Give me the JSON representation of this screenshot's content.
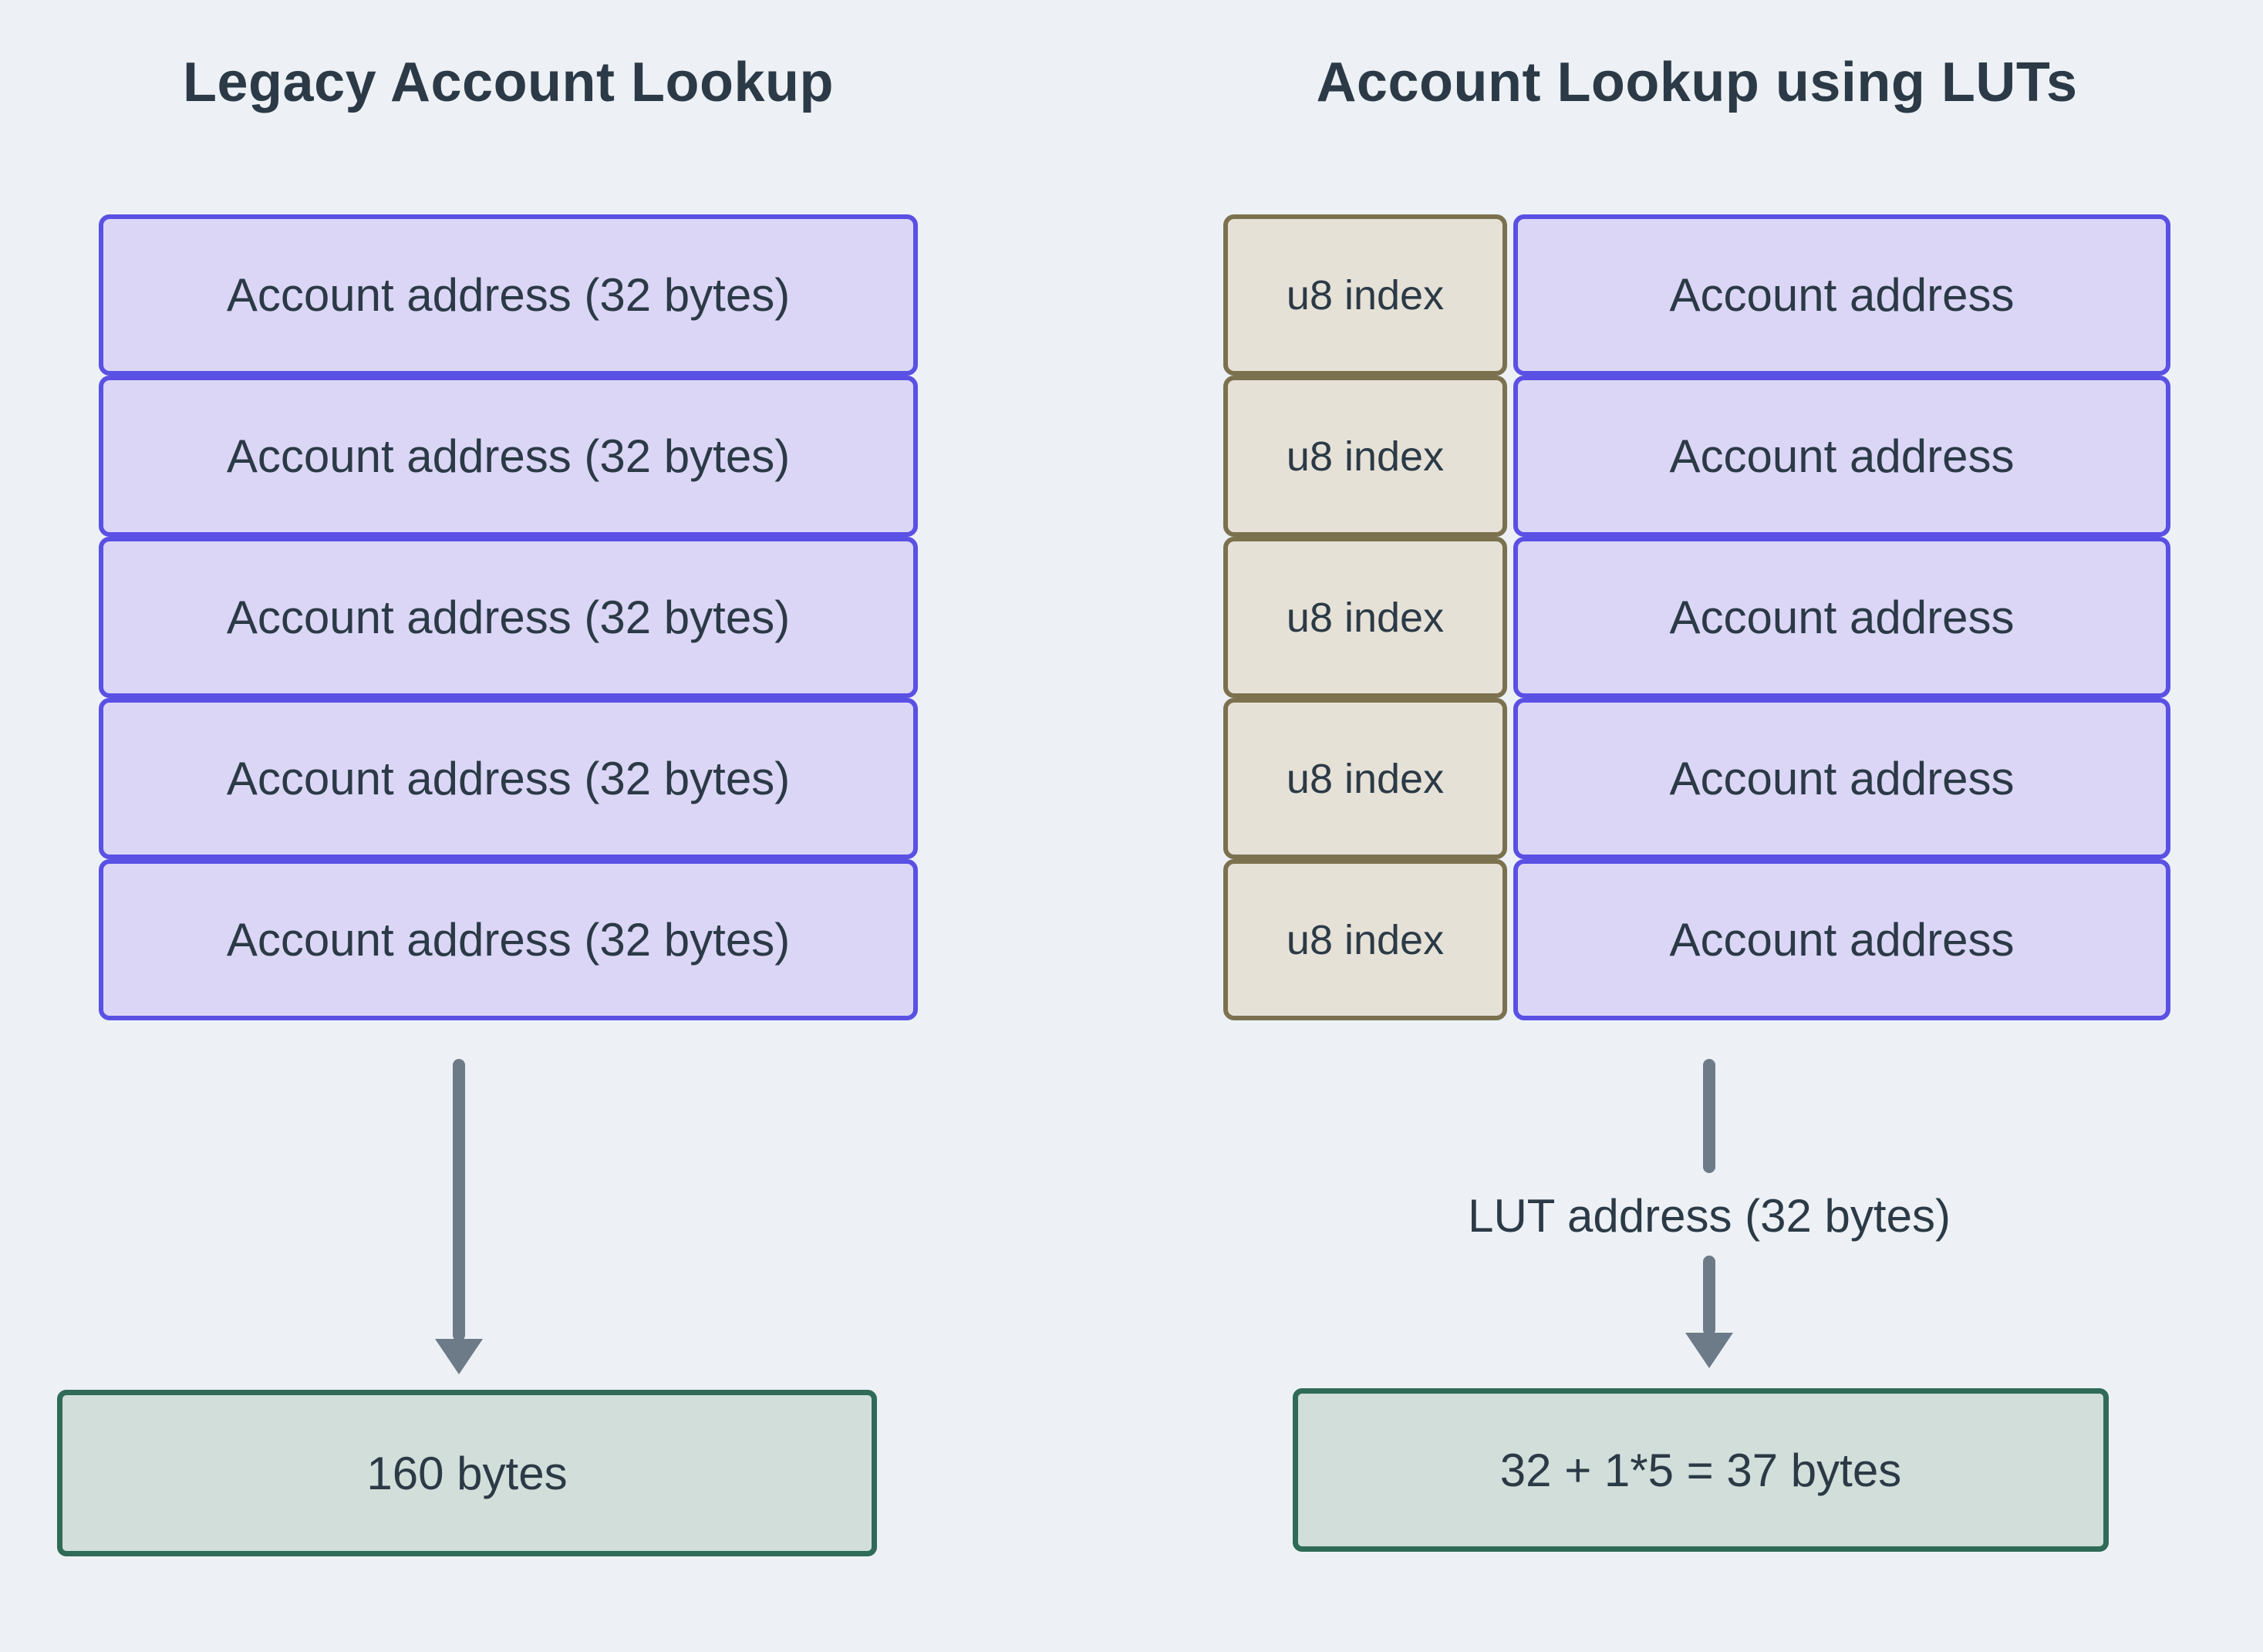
{
  "theme": {
    "background": "#edf1f5",
    "text": "#2b3a46",
    "purple_border": "#5a50e4",
    "purple_fill": "#dbd6f6",
    "tan_border": "#7c714f",
    "tan_fill": "#e6e1d7",
    "green_border": "#2f6b56",
    "green_fill": "#d2ded9",
    "arrow": "#6d7a88"
  },
  "legacy": {
    "title": "Legacy Account Lookup",
    "rows": [
      "Account address (32 bytes)",
      "Account address (32 bytes)",
      "Account address (32 bytes)",
      "Account address (32 bytes)",
      "Account address (32 bytes)"
    ],
    "total": "160 bytes"
  },
  "lut": {
    "title": "Account Lookup using LUTs",
    "rows": [
      {
        "index_label": "u8 index",
        "address_label": "Account address"
      },
      {
        "index_label": "u8 index",
        "address_label": "Account address"
      },
      {
        "index_label": "u8 index",
        "address_label": "Account address"
      },
      {
        "index_label": "u8 index",
        "address_label": "Account address"
      },
      {
        "index_label": "u8 index",
        "address_label": "Account address"
      }
    ],
    "edge_label": "LUT address (32 bytes)",
    "total": "32 + 1*5 = 37 bytes"
  }
}
